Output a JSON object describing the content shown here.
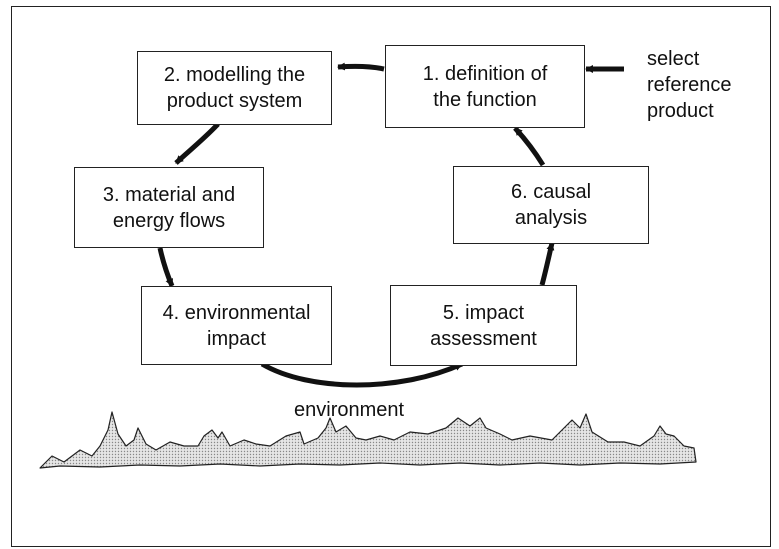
{
  "diagram": {
    "steps": [
      {
        "id": "step-1",
        "lines": [
          "1. definition of",
          "the function"
        ]
      },
      {
        "id": "step-2",
        "lines": [
          "2. modelling the",
          "product system"
        ]
      },
      {
        "id": "step-3",
        "lines": [
          "3. material and",
          "energy flows"
        ]
      },
      {
        "id": "step-4",
        "lines": [
          "4. environmental",
          "impact"
        ]
      },
      {
        "id": "step-5",
        "lines": [
          "5. impact",
          "assessment"
        ]
      },
      {
        "id": "step-6",
        "lines": [
          "6. causal",
          "analysis"
        ]
      }
    ],
    "input_label": [
      "select",
      "reference",
      "product"
    ],
    "environment_label": "environment"
  }
}
